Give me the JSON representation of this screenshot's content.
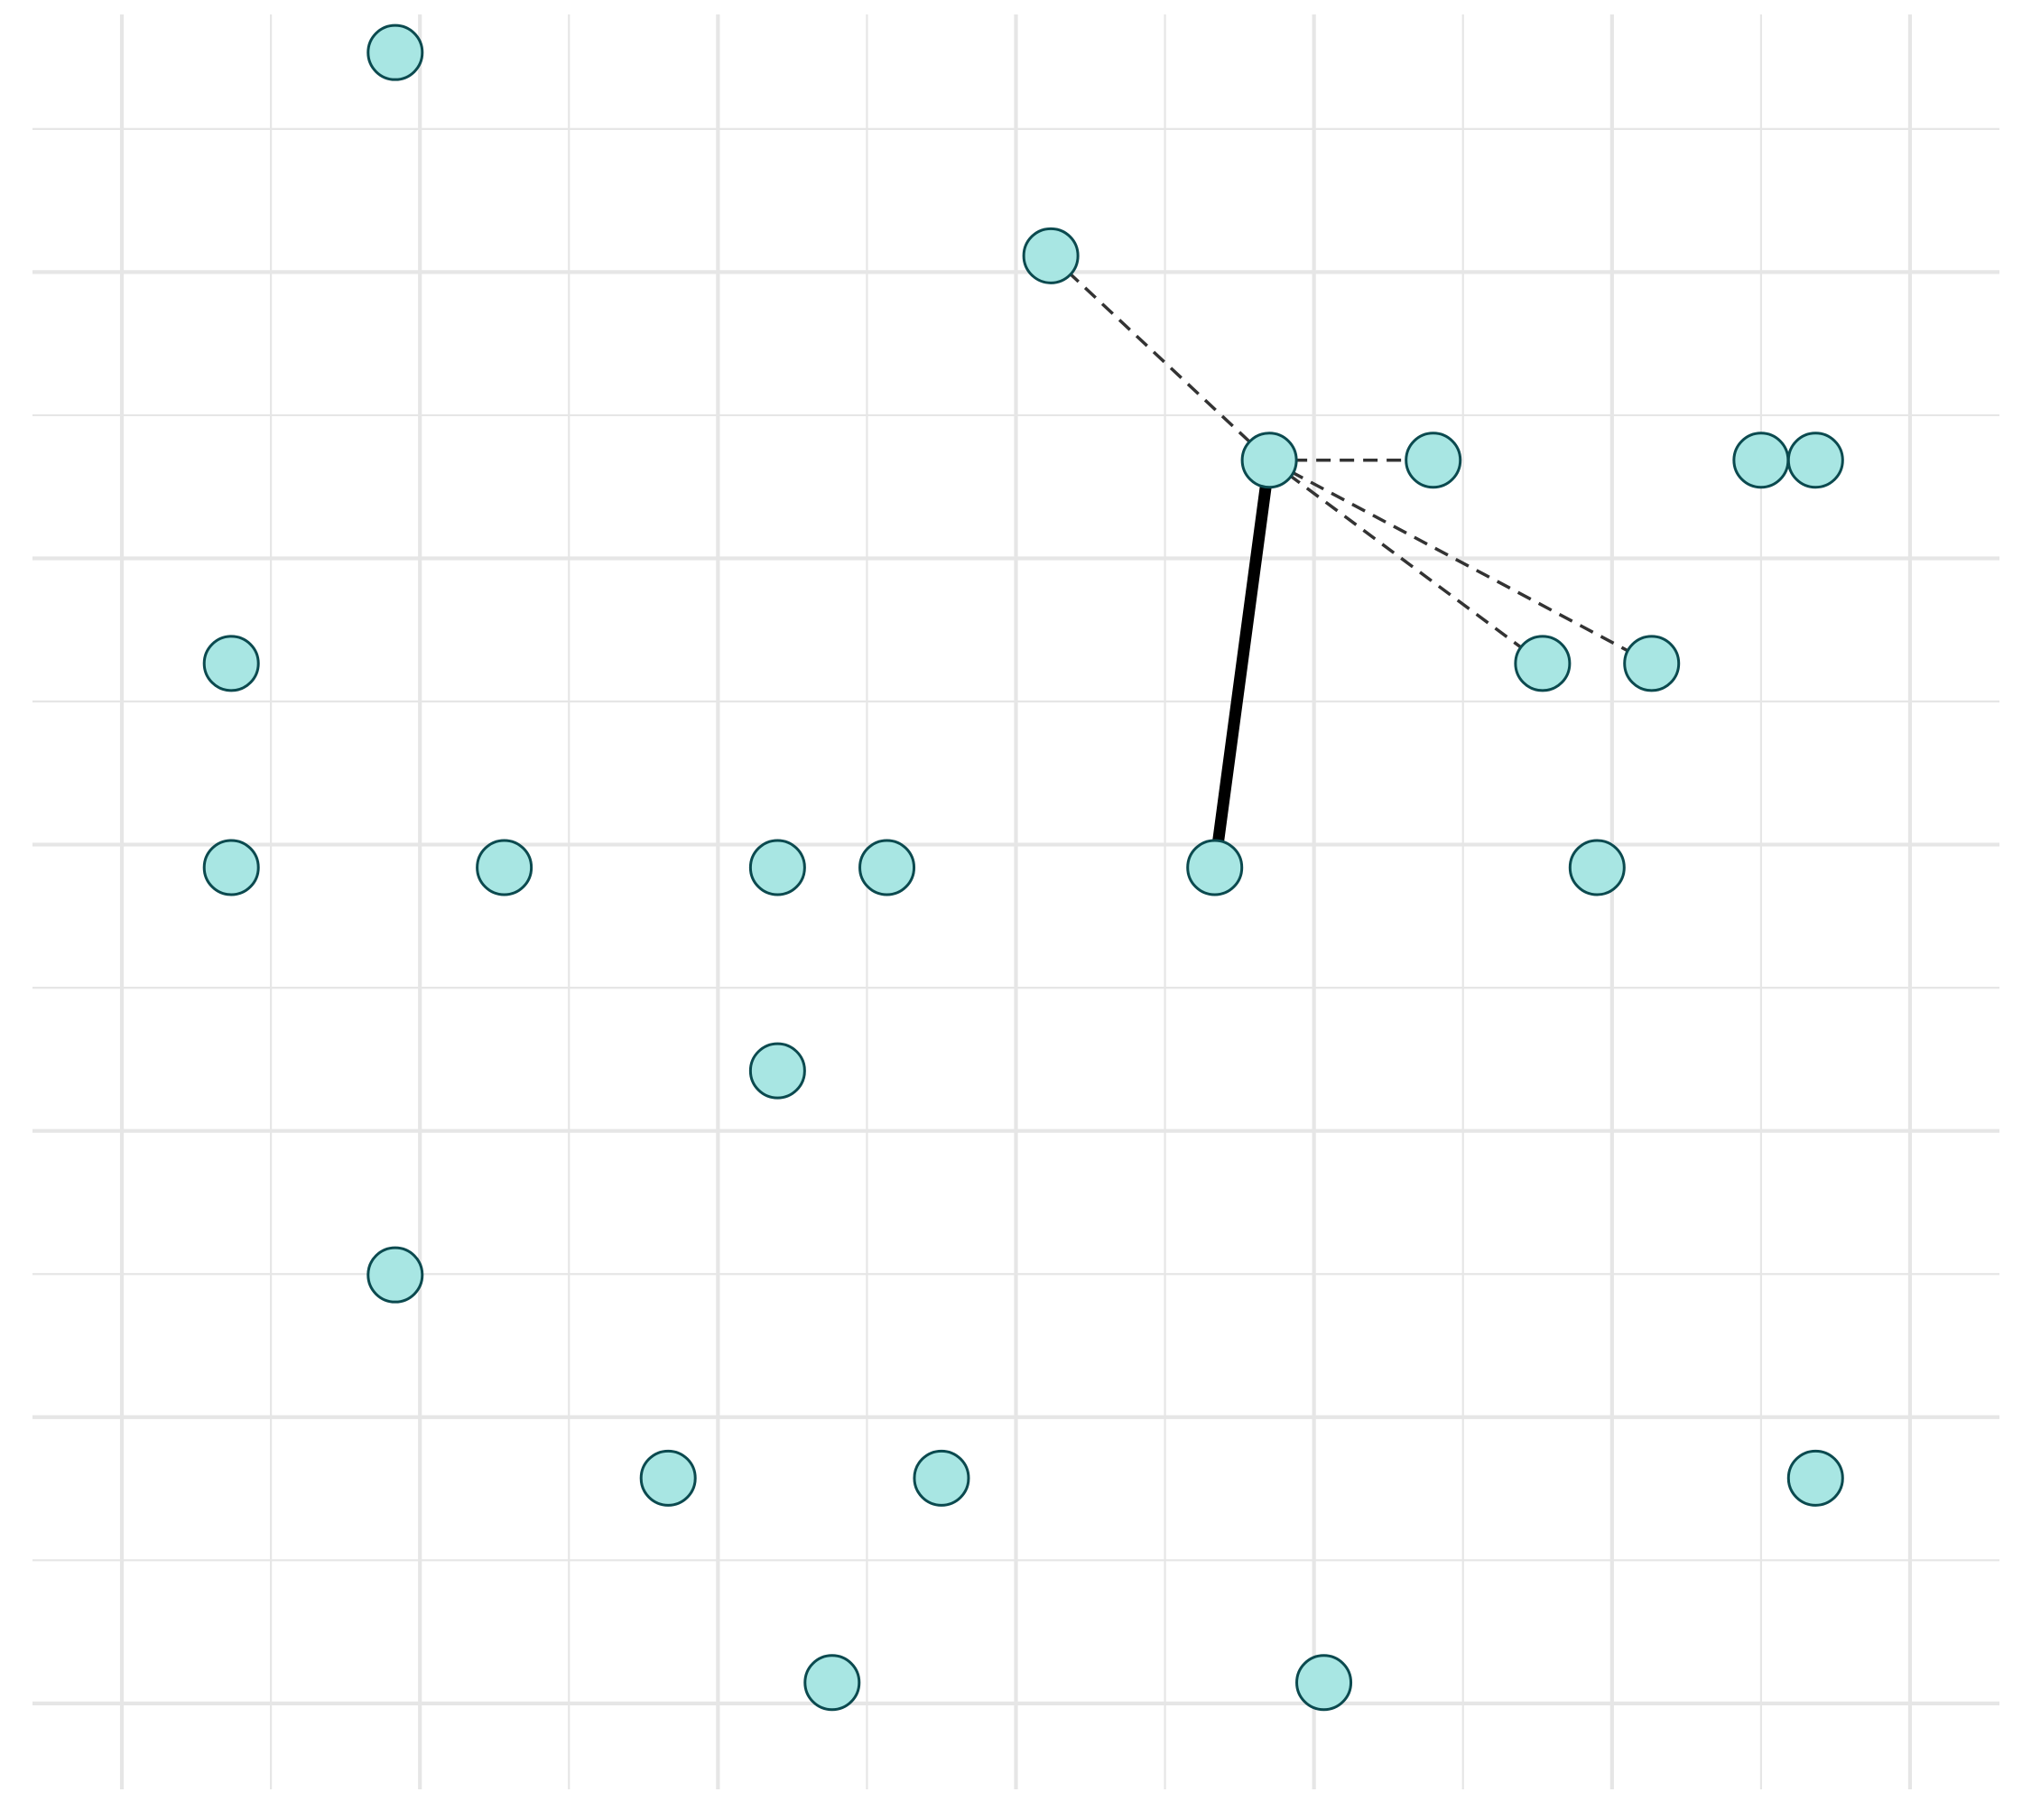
{
  "chart_data": {
    "type": "scatter",
    "title": "",
    "xlabel": "",
    "ylabel": "",
    "xlim": [
      -0.3,
      6.3
    ],
    "ylim": [
      -0.3,
      5.9
    ],
    "grid": true,
    "major_ticks_x": [
      0,
      1,
      2,
      3,
      4,
      5,
      6
    ],
    "minor_ticks_x": [
      0.5,
      1.5,
      2.5,
      3.5,
      4.5,
      5.5
    ],
    "major_ticks_y": [
      0,
      1,
      2,
      3,
      4,
      5
    ],
    "minor_ticks_y": [
      0.5,
      1.5,
      2.5,
      3.5,
      4.5,
      5.5
    ],
    "point_fill": "#a8e6e3",
    "point_stroke": "#0b4a4f",
    "grid_color": "#e6e6e6",
    "points": [
      {
        "x": 0.917,
        "y": 5.767
      },
      {
        "x": 3.117,
        "y": 5.057
      },
      {
        "x": 3.85,
        "y": 4.343
      },
      {
        "x": 4.4,
        "y": 4.343
      },
      {
        "x": 5.5,
        "y": 4.343
      },
      {
        "x": 5.683,
        "y": 4.343
      },
      {
        "x": 0.367,
        "y": 3.633
      },
      {
        "x": 4.767,
        "y": 3.633
      },
      {
        "x": 5.133,
        "y": 3.633
      },
      {
        "x": 0.367,
        "y": 2.92
      },
      {
        "x": 1.283,
        "y": 2.92
      },
      {
        "x": 2.2,
        "y": 2.92
      },
      {
        "x": 2.567,
        "y": 2.92
      },
      {
        "x": 3.667,
        "y": 2.92
      },
      {
        "x": 4.95,
        "y": 2.92
      },
      {
        "x": 2.2,
        "y": 2.21
      },
      {
        "x": 0.917,
        "y": 1.497
      },
      {
        "x": 1.833,
        "y": 0.787
      },
      {
        "x": 2.75,
        "y": 0.787
      },
      {
        "x": 5.683,
        "y": 0.787
      },
      {
        "x": 2.383,
        "y": 0.073
      },
      {
        "x": 4.033,
        "y": 0.073
      }
    ],
    "edges": [
      {
        "from": 1,
        "to": 2,
        "style": "dashed"
      },
      {
        "from": 2,
        "to": 3,
        "style": "dashed"
      },
      {
        "from": 2,
        "to": 7,
        "style": "dashed"
      },
      {
        "from": 2,
        "to": 8,
        "style": "dashed"
      },
      {
        "from": 2,
        "to": 13,
        "style": "solid-thick"
      }
    ]
  }
}
